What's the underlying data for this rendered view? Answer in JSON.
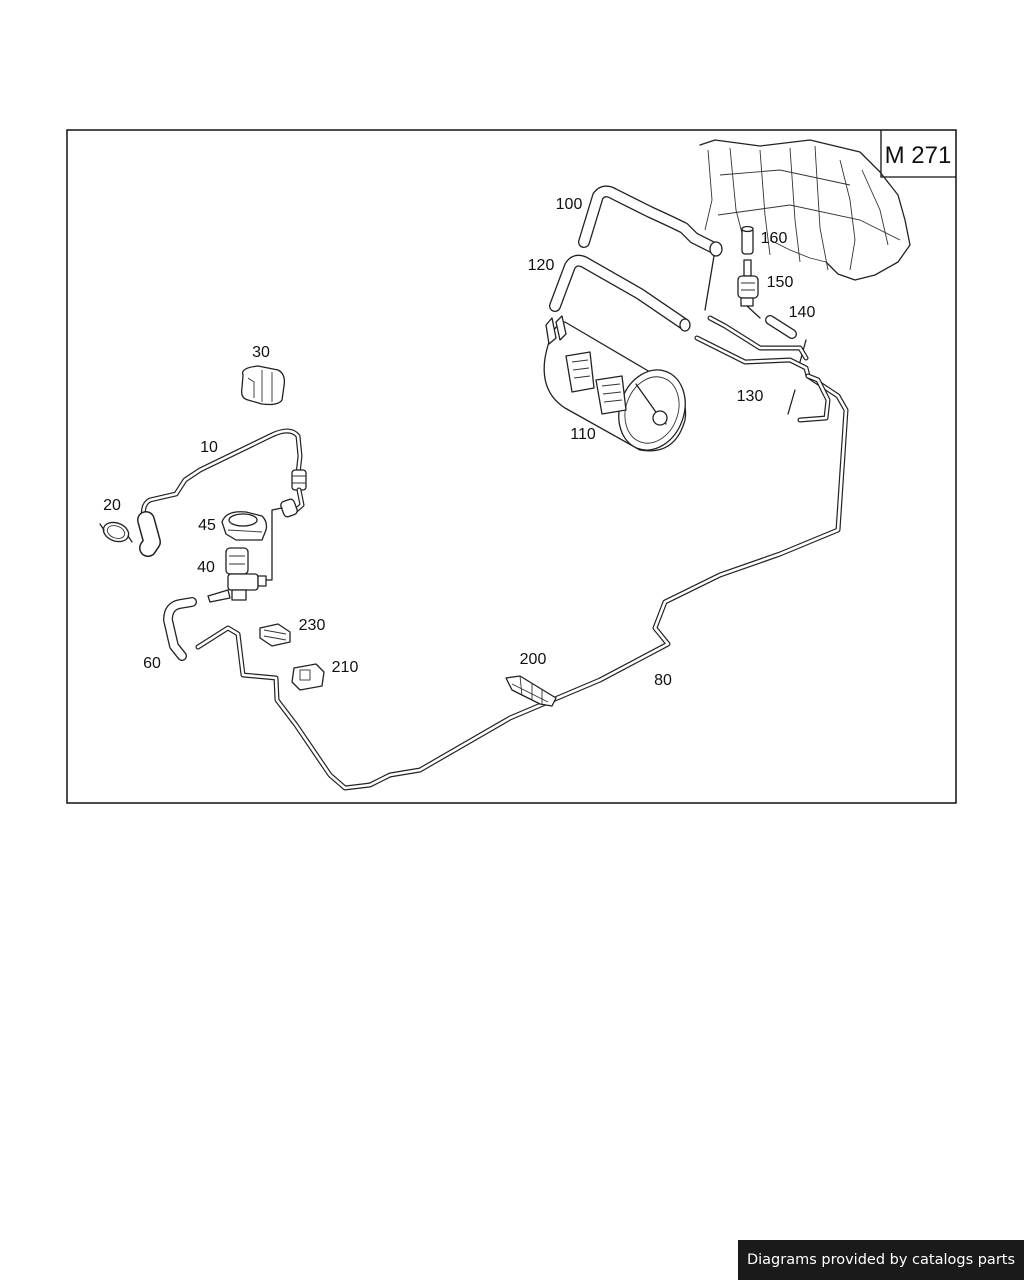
{
  "diagram": {
    "engine_label": "M 271",
    "parts": [
      {
        "id": "p10",
        "label": "10"
      },
      {
        "id": "p20",
        "label": "20"
      },
      {
        "id": "p30",
        "label": "30"
      },
      {
        "id": "p40",
        "label": "40"
      },
      {
        "id": "p45",
        "label": "45"
      },
      {
        "id": "p60",
        "label": "60"
      },
      {
        "id": "p80",
        "label": "80"
      },
      {
        "id": "p100",
        "label": "100"
      },
      {
        "id": "p110",
        "label": "110"
      },
      {
        "id": "p120",
        "label": "120"
      },
      {
        "id": "p130",
        "label": "130"
      },
      {
        "id": "p140",
        "label": "140"
      },
      {
        "id": "p150",
        "label": "150"
      },
      {
        "id": "p160",
        "label": "160"
      },
      {
        "id": "p200",
        "label": "200"
      },
      {
        "id": "p210",
        "label": "210"
      },
      {
        "id": "p230",
        "label": "230"
      }
    ]
  },
  "footer": {
    "credit": "Diagrams provided by catalogs parts"
  }
}
